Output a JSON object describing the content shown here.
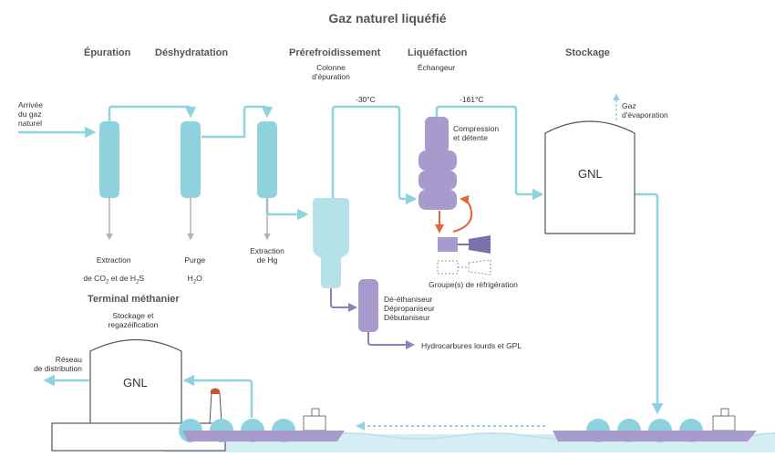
{
  "title": "Gaz naturel liquéfié",
  "colors": {
    "pipe": "#8fd3e0",
    "column": "#8ed2de",
    "column_light": "#b5e2e9",
    "purple": "#a69bcc",
    "purple_dark": "#7a70ad",
    "orange": "#e0663c",
    "gray": "#b3b3b3",
    "water": "#d4eef4"
  },
  "stages": {
    "epuration": "Épuration",
    "deshydratation": "Déshydratation",
    "prerefroidissement": "Prérefroidissement",
    "liquefaction": "Liquéfaction",
    "stockage": "Stockage"
  },
  "labels": {
    "inlet": "Arrivée\ndu gaz\nnaturel",
    "colonne": "Colonne\nd'épuration",
    "echangeur": "Échangeur",
    "temp1": "-30°C",
    "temp2": "-161°C",
    "compression": "Compression\net détente",
    "evaporation": "Gaz\nd'évaporation",
    "gnl_storage": "GNL",
    "extraction_co2_l1": "Extraction",
    "extraction_co2_l2": "de CO",
    "co2_sub": "2",
    "extraction_co2_mid": " et de H",
    "h2s_sub": "2",
    "extraction_co2_end": "S",
    "purge_l1": "Purge",
    "purge_h": "H",
    "purge_sub": "2",
    "purge_o": "O",
    "extraction_hg": "Extraction\nde Hg",
    "refrigeration": "Groupe(s) de réfrigération",
    "fractionation": "Dé-éthaniseur\nDépropaniseur\nDébutaniseur",
    "hydrocarbures": "Hydrocarbures lourds et GPL",
    "terminal": "Terminal méthanier",
    "regaz": "Stockage et\nregazéification",
    "reseau": "Réseau\nde distribution",
    "gnl_terminal": "GNL"
  }
}
